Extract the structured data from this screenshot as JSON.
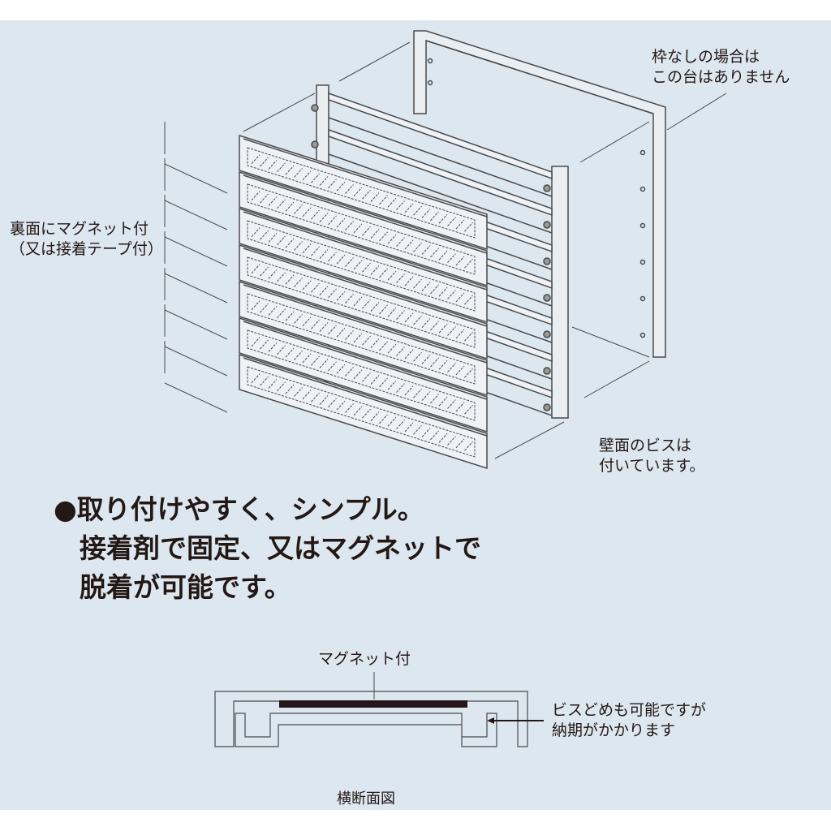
{
  "labels": {
    "no_frame_note": [
      "枠なしの場合は",
      "この台はありません"
    ],
    "back_magnet": [
      "裏面にマグネット付",
      "（又は接着テープ付）"
    ],
    "wall_screws": [
      "壁面のビスは",
      "付いています。"
    ],
    "headline": [
      "●取り付けやすく、シンプル。",
      "接着剤で固定、又はマグネットで",
      "脱着が可能です。"
    ],
    "section_magnet": "マグネット付",
    "screw_option": [
      "ビスどめも可能ですが",
      "納期がかかります"
    ],
    "section_title": "横断面図"
  },
  "slat_count": 7,
  "colors": {
    "background": "#dde7ef",
    "line": "#4a4a4a",
    "magnet": "#231815"
  }
}
